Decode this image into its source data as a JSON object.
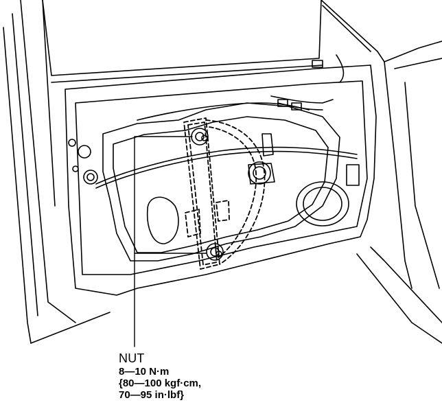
{
  "figure": {
    "subject": "front door with window regulator mounting nuts",
    "colors": {
      "line": "#000000",
      "background": "#ffffff"
    }
  },
  "callout": {
    "part_name": "NUT",
    "torque_nm": "8—10 N·m",
    "torque_kgfcm": "{80—100 kgf·cm,",
    "torque_inlbf": "70—95 in·lbf}"
  }
}
